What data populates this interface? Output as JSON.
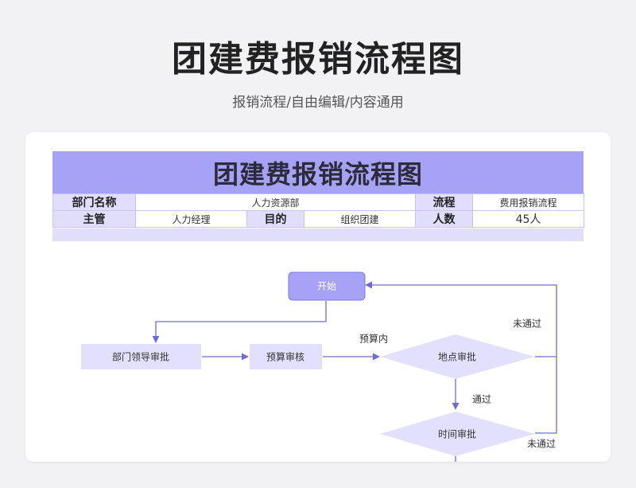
{
  "header": {
    "title": "团建费报销流程图",
    "subtitle": "报销流程/自由编辑/内容通用"
  },
  "sheet": {
    "banner_title": "团建费报销流程图",
    "row1": {
      "dept_label": "部门名称",
      "dept_value": "人力资源部",
      "flow_label": "流程",
      "flow_value": "费用报销流程"
    },
    "row2": {
      "manager_label": "主管",
      "manager_value": "人力经理",
      "purpose_label": "目的",
      "purpose_value": "组织团建",
      "count_label": "人数",
      "count_value": "45人"
    }
  },
  "flow": {
    "nodes": {
      "start": "开始",
      "dept_approval": "部门领导审批",
      "budget_review": "预算审核",
      "location_review": "地点审批",
      "time_review": "时间审批"
    },
    "edges": {
      "within_budget": "预算内",
      "passed": "通过",
      "rejected_location": "未通过",
      "rejected_time": "未通过"
    }
  },
  "colors": {
    "accent": "#a6a2f6",
    "node_fill": "#e2e0fd",
    "edge": "#6f6ad6",
    "table_label_bg": "#e0defc"
  }
}
